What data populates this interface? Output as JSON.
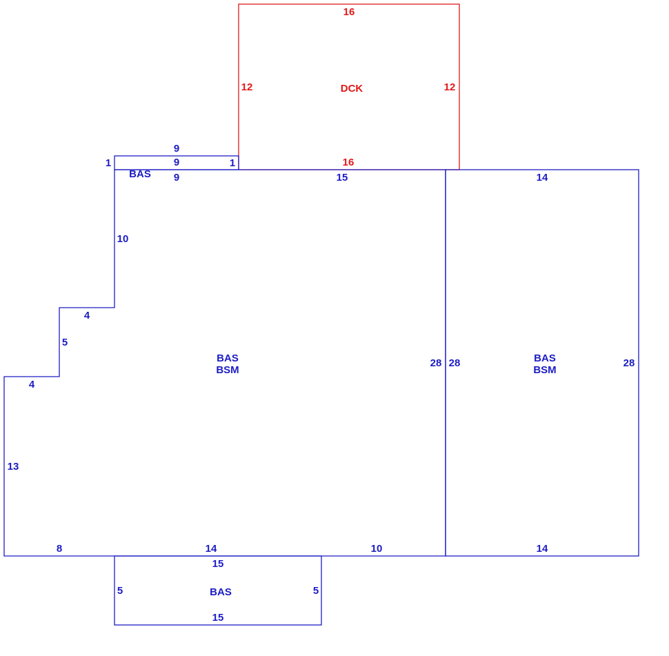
{
  "colors": {
    "main": "#1c1cc4",
    "deck": "#e01919"
  },
  "areas": {
    "dck": {
      "code": "DCK",
      "color": "deck"
    },
    "bas_strip": {
      "code": "BAS"
    },
    "main_left": {
      "line1": "BAS",
      "line2": "BSM"
    },
    "main_right": {
      "line1": "BAS",
      "line2": "BSM"
    },
    "bottom_addition": {
      "code": "BAS"
    }
  },
  "dimensions": {
    "dck_top": "16",
    "dck_left": "12",
    "dck_right": "12",
    "dck_bottom": "16",
    "strip_top": "9",
    "strip_mid": "9",
    "strip_below": "9",
    "strip_left": "1",
    "strip_right": "1",
    "left_top": "15",
    "right_top": "14",
    "left_upper_side": "10",
    "step_upper": "4",
    "step_side": "5",
    "step_lower": "4",
    "left_side": "13",
    "bottom_seg1": "8",
    "bottom_seg2": "14",
    "bottom_seg3": "10",
    "right_bottom": "14",
    "shared_wall_left": "28",
    "shared_wall_right": "28",
    "right_side": "28",
    "addition_top": "15",
    "addition_bottom": "15",
    "addition_left": "5",
    "addition_right": "5"
  }
}
